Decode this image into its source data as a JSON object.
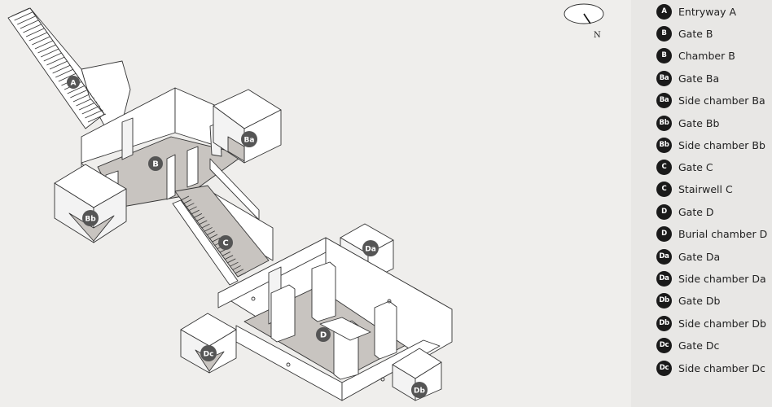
{
  "compass": {
    "label": "N"
  },
  "markers": {
    "A": "A",
    "B": "B",
    "Ba": "Ba",
    "Bb": "Bb",
    "C": "C",
    "D": "D",
    "Da": "Da",
    "Db": "Db",
    "Dc": "Dc"
  },
  "legend": [
    {
      "badge": "A",
      "label": "Entryway A"
    },
    {
      "badge": "B",
      "label": "Gate B"
    },
    {
      "badge": "B",
      "label": "Chamber B"
    },
    {
      "badge": "Ba",
      "label": "Gate Ba"
    },
    {
      "badge": "Ba",
      "label": "Side chamber Ba"
    },
    {
      "badge": "Bb",
      "label": "Gate Bb"
    },
    {
      "badge": "Bb",
      "label": "Side chamber Bb"
    },
    {
      "badge": "C",
      "label": "Gate C"
    },
    {
      "badge": "C",
      "label": "Stairwell C"
    },
    {
      "badge": "D",
      "label": "Gate D"
    },
    {
      "badge": "D",
      "label": "Burial chamber D"
    },
    {
      "badge": "Da",
      "label": "Gate Da"
    },
    {
      "badge": "Da",
      "label": "Side chamber Da"
    },
    {
      "badge": "Db",
      "label": "Gate Db"
    },
    {
      "badge": "Db",
      "label": "Side chamber Db"
    },
    {
      "badge": "Dc",
      "label": "Gate Dc"
    },
    {
      "badge": "Dc",
      "label": "Side chamber Dc"
    }
  ],
  "colors": {
    "floor": "#c8c4c0",
    "wall": "#ffffff",
    "marker": "#555555",
    "badge": "#1a1a1a"
  }
}
